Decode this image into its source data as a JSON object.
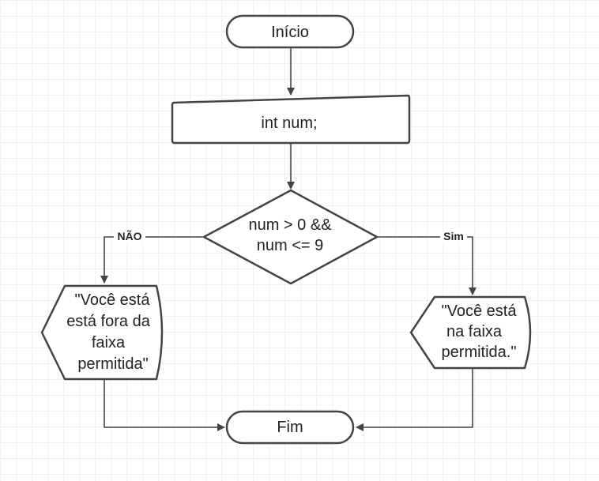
{
  "diagram": {
    "nodes": {
      "start": {
        "lines": [
          "Início"
        ]
      },
      "declare": {
        "lines": [
          "int  num;"
        ]
      },
      "decision": {
        "lines": [
          "num > 0 &&",
          "num <= 9"
        ]
      },
      "out_outside": {
        "lines": [
          "\"Você está",
          "está fora da",
          "faixa",
          "permitida\""
        ]
      },
      "out_inside": {
        "lines": [
          "\"Você está",
          "na faixa",
          "permitida.\""
        ]
      },
      "end": {
        "lines": [
          "Fim"
        ]
      }
    },
    "edges": {
      "no_label": "NÃO",
      "yes_label": "Sim"
    }
  },
  "colors": {
    "stroke": "#444444",
    "grid": "#e3e3e3",
    "background": "#ffffff"
  }
}
